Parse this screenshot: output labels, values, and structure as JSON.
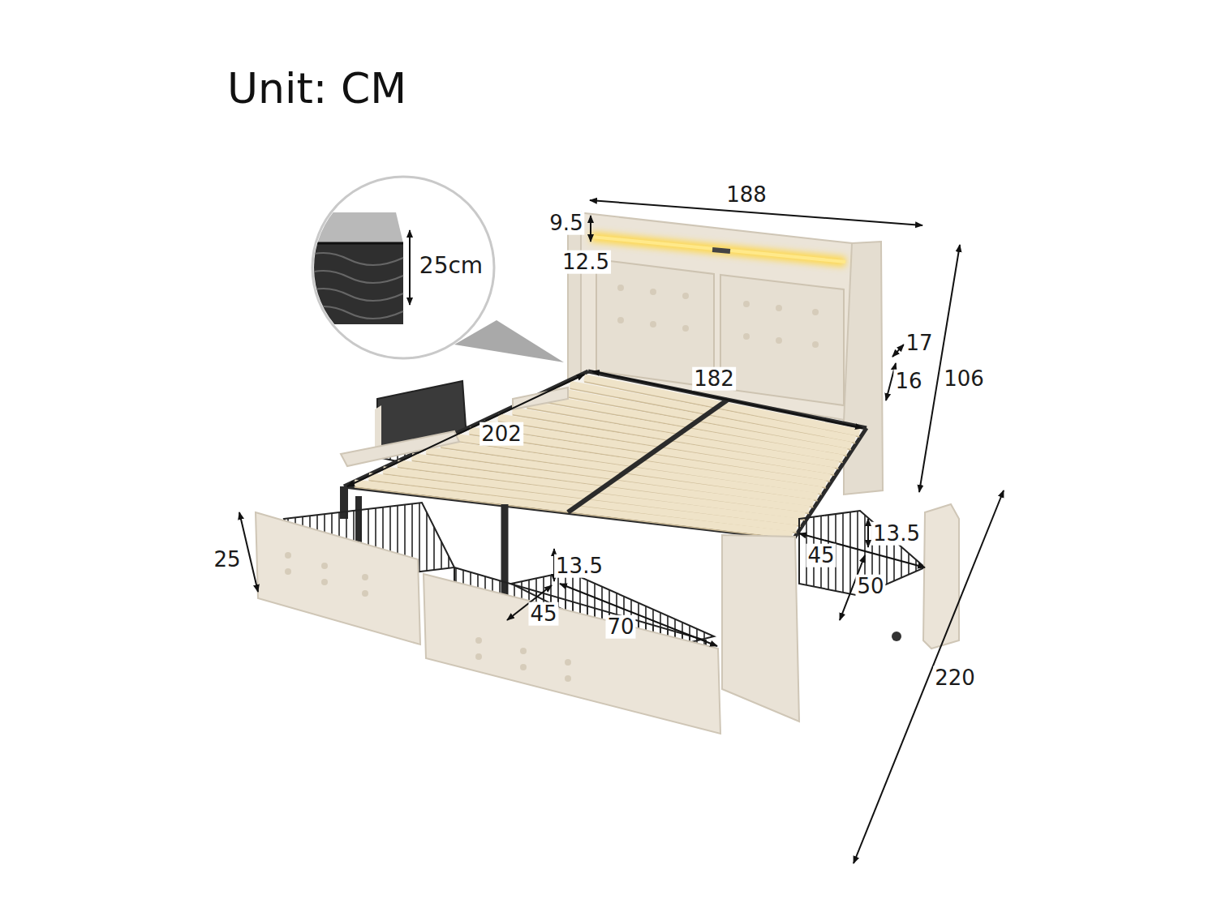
{
  "diagram": {
    "title": "Unit: CM",
    "labels": [
      "188",
      "9.5",
      "12.5",
      "25cm",
      "17",
      "16",
      "106",
      "182",
      "202",
      "25",
      "13.5",
      "45",
      "70",
      "13.5",
      "45",
      "50",
      "220"
    ]
  }
}
